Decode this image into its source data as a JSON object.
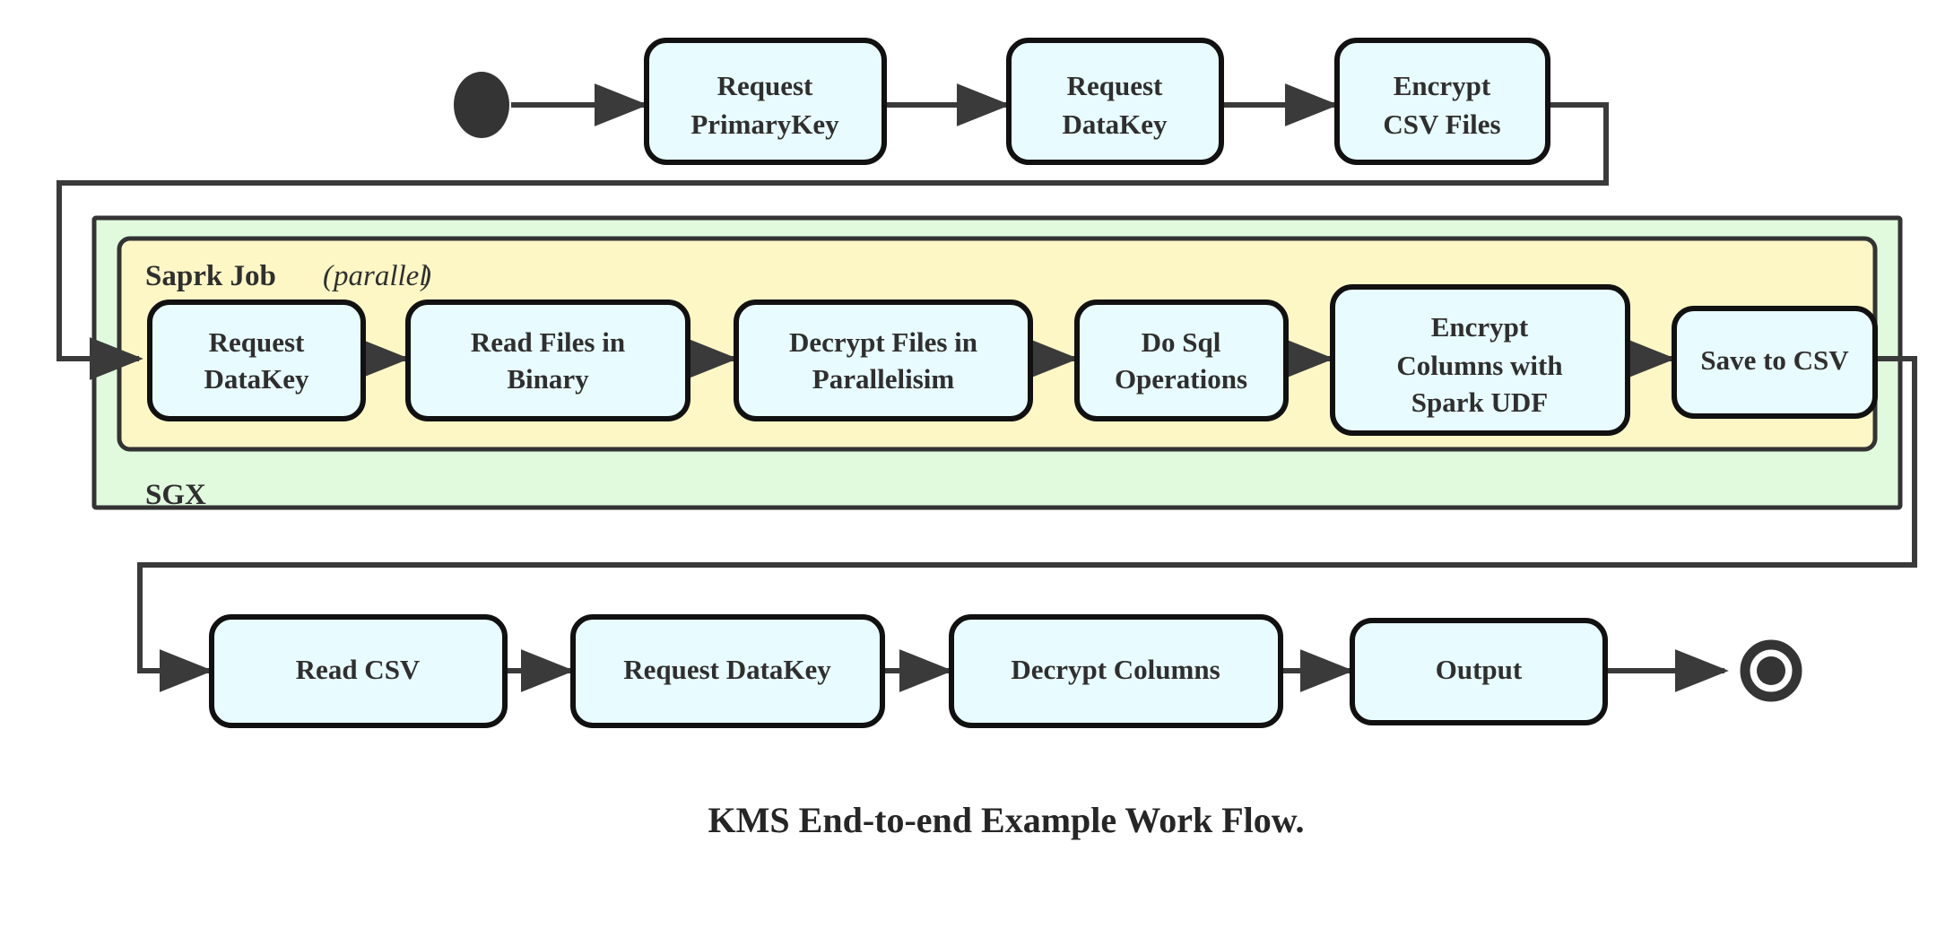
{
  "diagram": {
    "caption": "KMS End-to-end Example Work Flow.",
    "colors": {
      "node_fill": "#e8fbfe",
      "node_stroke": "#111111",
      "sgx_fill": "#e1fade",
      "spark_fill": "#fdf7c6",
      "edge": "#3a3a3a",
      "terminal": "#343434",
      "text": "#2f2f2f",
      "background": "#ffffff"
    },
    "start_node": {
      "name": "start-node",
      "shape": "filled-ellipse"
    },
    "end_node": {
      "name": "end-node",
      "shape": "ring-with-filled-center"
    },
    "groups": {
      "sgx": {
        "label": "SGX"
      },
      "spark": {
        "label": "Saprk Job",
        "qualifier": "(",
        "qualifier_italic": "parallel",
        "qualifier_close": ")"
      }
    },
    "rows": {
      "top": [
        {
          "id": "request-primarykey",
          "lines": [
            "Request",
            "PrimaryKey"
          ]
        },
        {
          "id": "request-datakey-top",
          "lines": [
            "Request",
            "DataKey"
          ]
        },
        {
          "id": "encrypt-csv-files",
          "lines": [
            "Encrypt",
            "CSV Files"
          ]
        }
      ],
      "spark": [
        {
          "id": "request-datakey-spark",
          "lines": [
            "Request",
            "DataKey"
          ]
        },
        {
          "id": "read-files-in-binary",
          "lines": [
            "Read Files in",
            "Binary"
          ]
        },
        {
          "id": "decrypt-files-in-parallelisim",
          "lines": [
            "Decrypt Files in",
            "Parallelisim"
          ]
        },
        {
          "id": "do-sql-operations",
          "lines": [
            "Do Sql",
            "Operations"
          ]
        },
        {
          "id": "encrypt-columns-with-spark-udf",
          "lines": [
            "Encrypt",
            "Columns with",
            "Spark UDF"
          ]
        },
        {
          "id": "save-to-csv",
          "lines": [
            "Save to CSV"
          ]
        }
      ],
      "bottom": [
        {
          "id": "read-csv",
          "lines": [
            "Read CSV"
          ]
        },
        {
          "id": "request-datakey-bottom",
          "lines": [
            "Request DataKey"
          ]
        },
        {
          "id": "decrypt-columns",
          "lines": [
            "Decrypt Columns"
          ]
        },
        {
          "id": "output",
          "lines": [
            "Output"
          ]
        }
      ]
    }
  },
  "labels": {
    "t0l0": "Request",
    "t0l1": "PrimaryKey",
    "t1l0": "Request",
    "t1l1": "DataKey",
    "t2l0": "Encrypt",
    "t2l1": "CSV Files",
    "s0l0": "Request",
    "s0l1": "DataKey",
    "s1l0": "Read Files in",
    "s1l1": "Binary",
    "s2l0": "Decrypt Files in",
    "s2l1": "Parallelisim",
    "s3l0": "Do Sql",
    "s3l1": "Operations",
    "s4l0": "Encrypt",
    "s4l1": "Columns with",
    "s4l2": "Spark UDF",
    "s5l0": "Save to CSV",
    "b0l0": "Read CSV",
    "b1l0": "Request DataKey",
    "b2l0": "Decrypt Columns",
    "b3l0": "Output",
    "sgx": "SGX",
    "spark_main": "Saprk Job",
    "spark_paren_open": "(",
    "spark_italic": "parallel",
    "spark_paren_close": ")",
    "caption": "KMS End-to-end Example Work Flow."
  }
}
